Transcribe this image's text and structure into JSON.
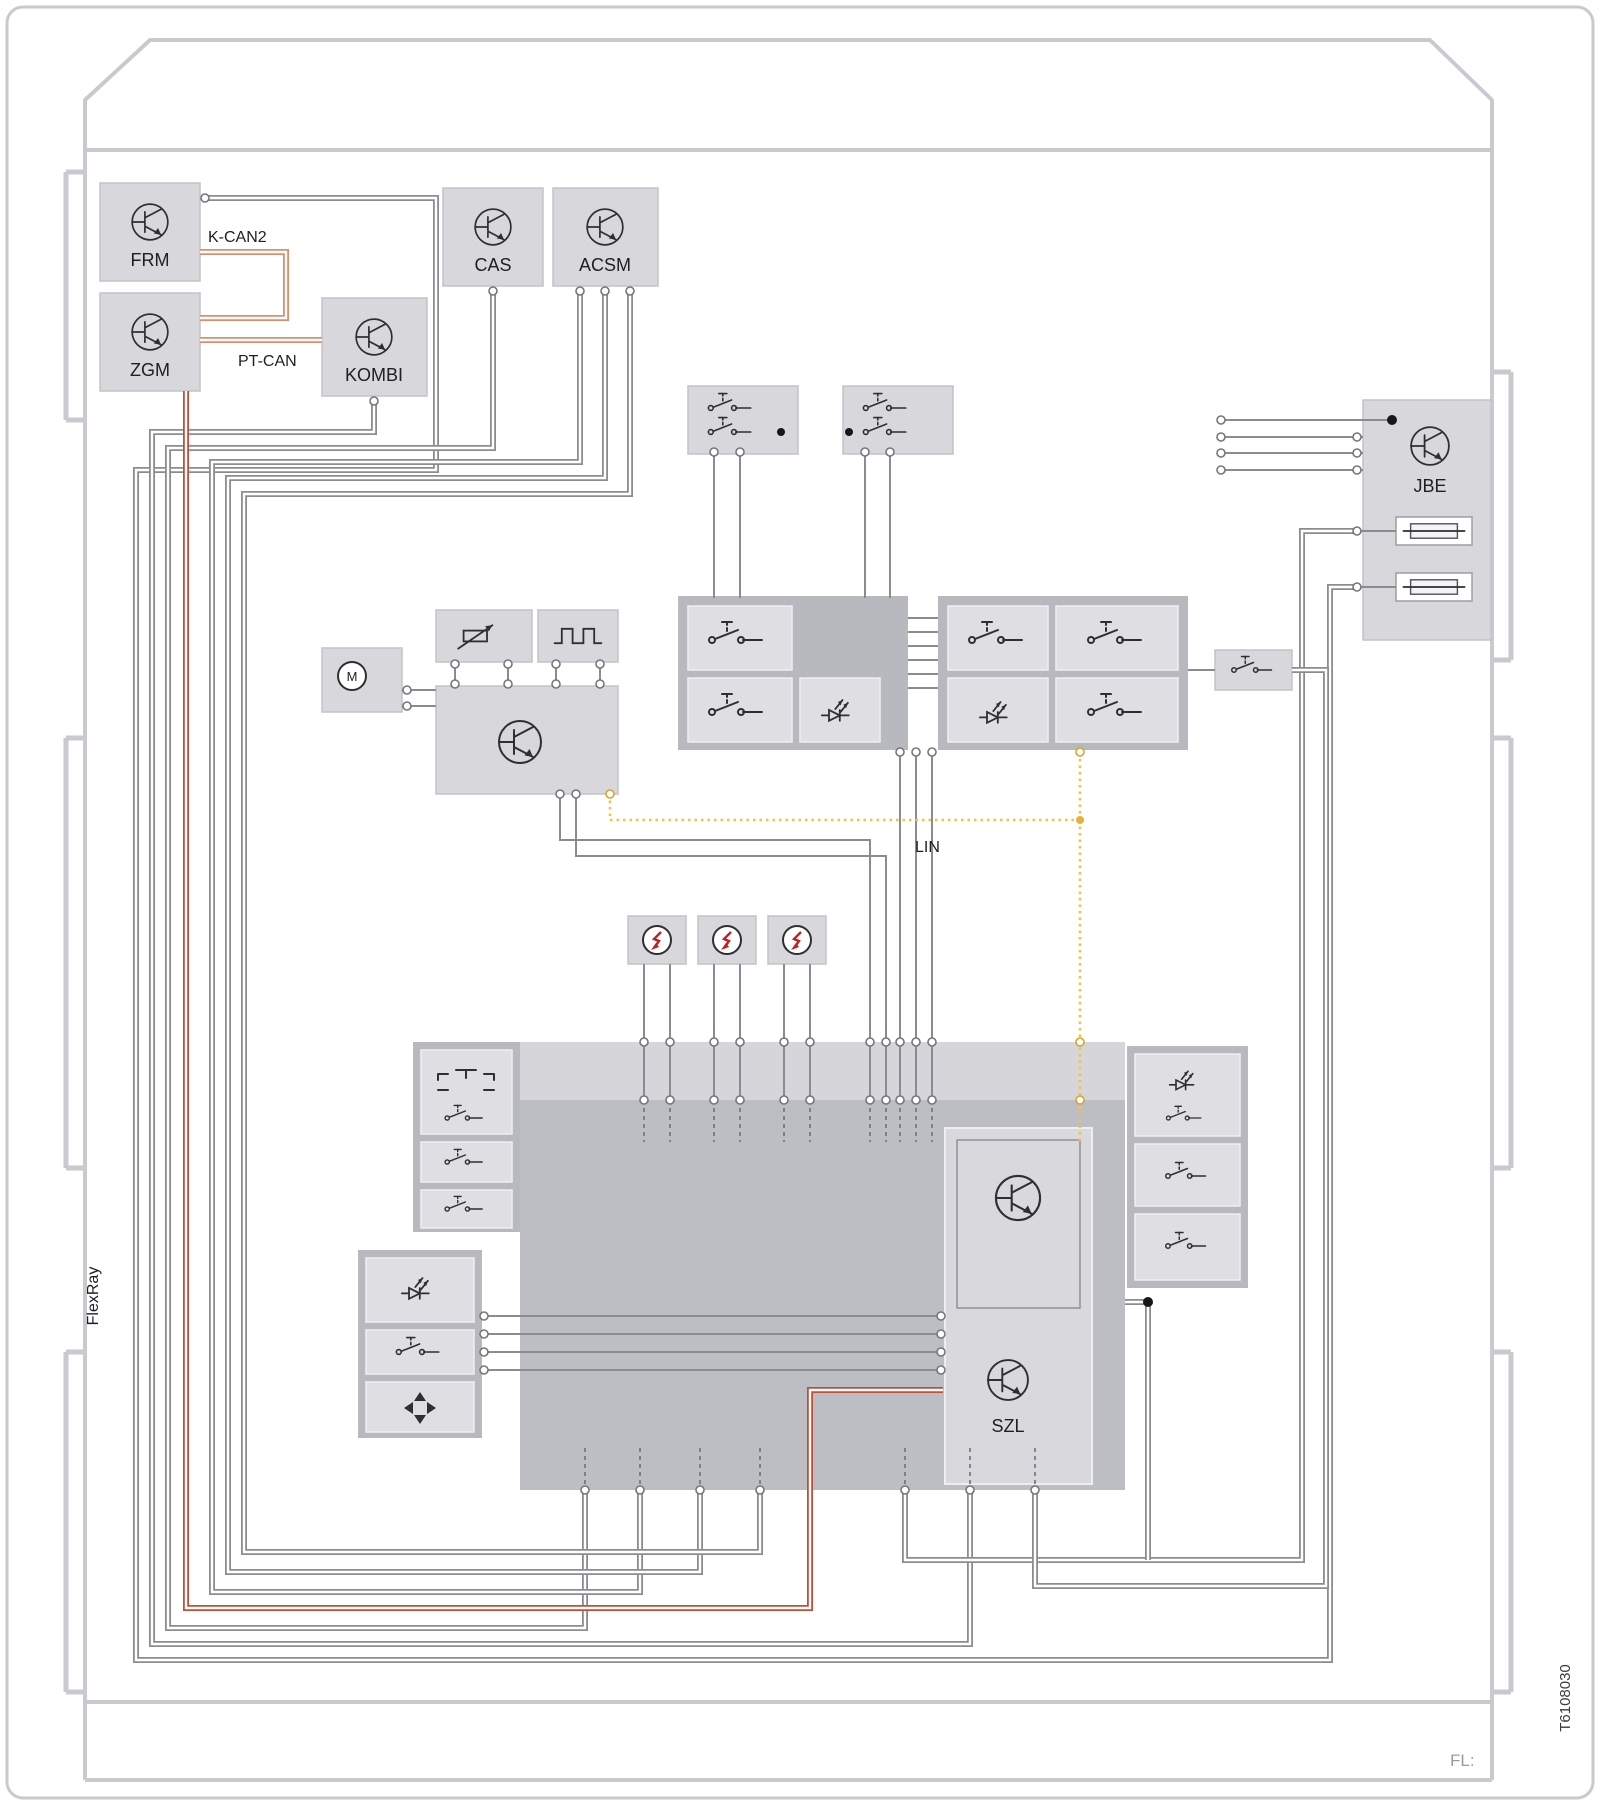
{
  "diagram": {
    "type": "vehicle-wiring-diagram",
    "labels": {
      "frm": "FRM",
      "zgm": "ZGM",
      "kombi": "KOMBI",
      "cas": "CAS",
      "acsm": "ACSM",
      "jbe": "JBE",
      "szl": "SZL",
      "k_can2": "K-CAN2",
      "pt_can": "PT-CAN",
      "lin": "LIN",
      "flexray": "FlexRay",
      "fl": "FL:",
      "doc_number": "T6108030",
      "motor": "M"
    },
    "buses": [
      {
        "name": "K-CAN2",
        "color": "#dd8e6c"
      },
      {
        "name": "PT-CAN",
        "color": "#dd8e6c"
      },
      {
        "name": "FlexRay",
        "color": "#bf4f37"
      },
      {
        "name": "LIN",
        "color": "#f2c33e"
      }
    ],
    "colors": {
      "wire_gray": "#8b8b94",
      "outline_gray": "#c9c9cf",
      "module_fill": "#d8d8dc",
      "panel_fill": "#b8b8bf",
      "block_fill": "#bdbdc4",
      "squib_red": "#c02020"
    }
  }
}
